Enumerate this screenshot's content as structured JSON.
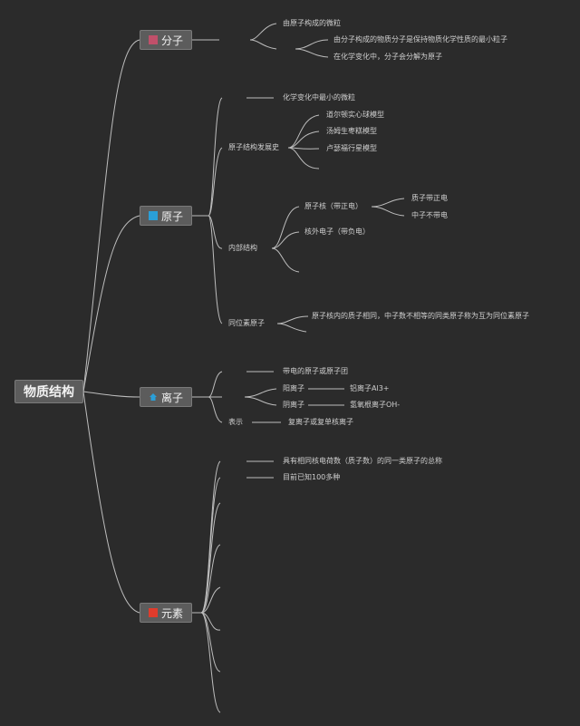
{
  "root": {
    "label": "物质结构"
  },
  "molecule": {
    "label": "分子",
    "icon": "pink-square-icon",
    "icon_color": "#c0506a",
    "def_tag": "",
    "def": "由原子构成的微粒",
    "property_tag": "",
    "details": [
      "由分子构成的物质分子是保持物质化学性质的最小粒子",
      "在化学变化中，分子会分解为原子"
    ]
  },
  "atom": {
    "label": "原子",
    "icon": "blue-square-icon",
    "icon_color": "#2a9fd8",
    "def_tag": "",
    "def": "化学变化中最小的微粒",
    "history": {
      "label": "原子结构发展史",
      "models": [
        "道尔顿实心球模型",
        "汤姆生枣糕模型",
        "卢瑟福行星模型"
      ]
    },
    "internal": {
      "label": "内部结构",
      "nucleus": "原子核（带正电）",
      "nucleus_parts": [
        "质子带正电",
        "中子不带电"
      ],
      "electrons": "核外电子（带负电）"
    },
    "isotope": {
      "label": "同位素原子",
      "desc": "原子核内的质子相同，中子数不相等的同类原子称为互为同位素原子"
    }
  },
  "ion": {
    "label": "离子",
    "icon": "blue-house-icon",
    "icon_color": "#2a9fd8",
    "def_tag": "",
    "def": "带电的原子或原子团",
    "class_tag": "",
    "cation": "阳离子",
    "cation_ex": "铝离子Al3+",
    "anion": "阴离子",
    "anion_ex": "氢氧根离子OH-",
    "notation": {
      "label": "表示",
      "desc": "复离子或复单核离子"
    }
  },
  "element": {
    "label": "元素",
    "icon": "red-square-icon",
    "icon_color": "#e03c2c",
    "def_tag": "",
    "def": "具有相同核电荷数（质子数）的同一类原子的总称",
    "count_tag": "",
    "count": "目前已知100多种"
  }
}
